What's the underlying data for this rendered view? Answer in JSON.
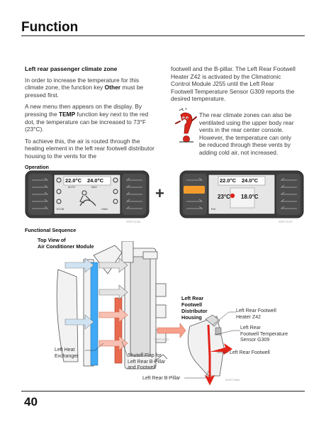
{
  "page": {
    "title": "Function",
    "page_number": "40"
  },
  "left_column": {
    "heading": "Left rear passenger climate zone",
    "p1_before": "In order to increase the temperature for this climate zone, the function key ",
    "p1_key": "Other",
    "p1_after": " must be pressed first.",
    "p2_before": "A new menu then appears on the display. By pressing the ",
    "p2_key": "TEMP",
    "p2_after": " function key next to the red dot, the temperature can be increased to 73°F (23°C).",
    "p3": "To achieve this, the air is routed through the heating element in the left rear footwell distributor housing to the vents for the"
  },
  "right_column": {
    "p1": "footwell and the B-pillar. The Left Rear Footwell Heater Z42 is activated by the Climatronic Control Module J255 until the Left Rear Footwell Temperature Sensor G309 reports the desired temperature.",
    "note": "The rear climate zones can also be ventilated using the upper body rear vents in the rear center console. However, the temperature can only be reduced through these vents by adding cold air, not increased."
  },
  "operation": {
    "heading": "Operation",
    "plus": "+",
    "panel1": {
      "temp_left": "22.0°C",
      "temp_right": "24.0°C",
      "auto": "AUTO",
      "max": "MAX",
      "econ": "ECON",
      "other": "Other",
      "code": "SSP271/106"
    },
    "panel2": {
      "temp_left": "22.0°C",
      "temp_right": "24.0°C",
      "mid_left": "23°C",
      "mid_right": "18.0°C",
      "exit": "Exit",
      "code": "SSP271/107"
    }
  },
  "sequence": {
    "heading": "Functional Sequence",
    "top_view_line1": "Top View of",
    "top_view_line2": "Air Conditioner Module",
    "distributor": [
      "Left Rear",
      "Footwell",
      "Distributor",
      "Housing"
    ],
    "heater": [
      "Left Rear Footwell",
      "Heater Z42"
    ],
    "sensor": [
      "Left Rear",
      "Footwell Temperature",
      "Sensor G309"
    ],
    "footwell": "Left Rear Footwell",
    "exchanger": [
      "Left Heat",
      "Exchanger"
    ],
    "shutoff": [
      "Shutoff Flap for",
      "Left Rear B-Pillar",
      "and Footwell"
    ],
    "bpillar": "Left Rear B-Pillar",
    "code1": "SSP271/083",
    "code2": "SSP271/084"
  },
  "colors": {
    "red_air": "#e86a4f",
    "blue_air": "#3fa9f5",
    "panel_dark": "#3c3c3c",
    "display_gray": "#e6e6e6"
  }
}
